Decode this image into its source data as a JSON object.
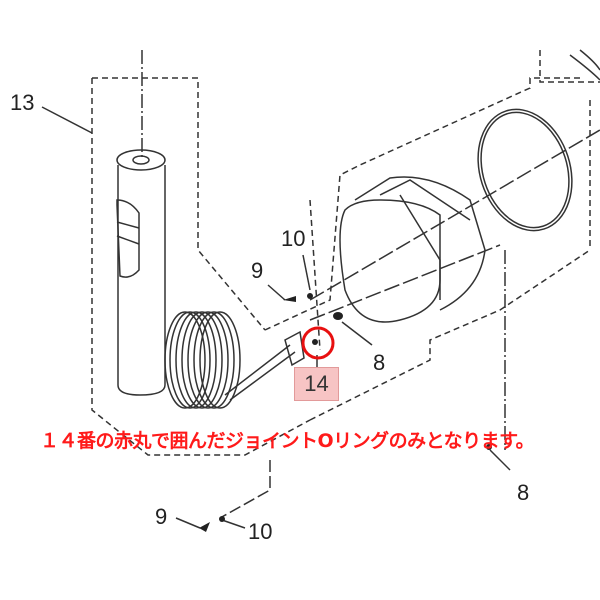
{
  "diagram": {
    "part_labels": [
      {
        "id": "13",
        "text": "13"
      },
      {
        "id": "10-top",
        "text": "10"
      },
      {
        "id": "9-top",
        "text": "9"
      },
      {
        "id": "8-mid",
        "text": "8"
      },
      {
        "id": "8-bottom",
        "text": "8"
      },
      {
        "id": "9-bottom",
        "text": "9"
      },
      {
        "id": "10-bottom",
        "text": "10"
      }
    ],
    "highlight": {
      "part": "14",
      "text": "14",
      "circle_color": "#e81010",
      "box_color": "#f7c4c4"
    },
    "notice": "１４番の赤丸で囲んだジョイントOリングのみとなります。",
    "notice_color": "#ff1a1a"
  }
}
